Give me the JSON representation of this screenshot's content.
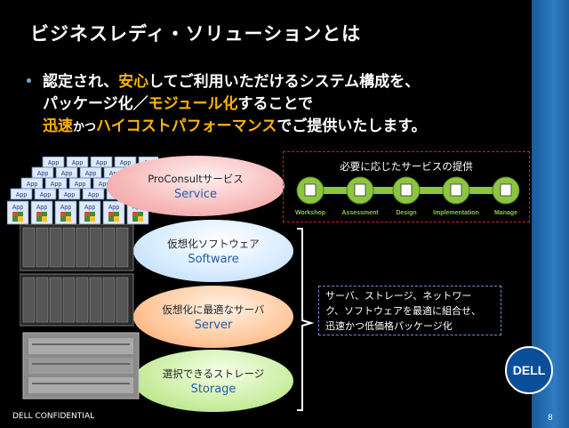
{
  "title": "ビジネスレディ・ソリューションとは",
  "bullet": {
    "line1_a": "認定され、",
    "line1_b": "安心",
    "line1_c": "してご利用いただけるシステム構成を、",
    "line2_a": "パッケージ化／",
    "line2_b": "モジュール化",
    "line2_c": "することで",
    "line3_a": "迅速",
    "line3_b": "かつ",
    "line3_c": "ハイコストパフォーマンス",
    "line3_d": "でご提供いたします。"
  },
  "app_label": "App",
  "layers": [
    {
      "jp": "ProConsultサービス",
      "en": "Service"
    },
    {
      "jp": "仮想化ソフトウェア",
      "en": "Software"
    },
    {
      "jp": "仮想化に最適なサーバ",
      "en": "Server"
    },
    {
      "jp": "選択できるストレージ",
      "en": "Storage"
    }
  ],
  "services": {
    "title": "必要に応じたサービスの提供",
    "steps": [
      "Workshop",
      "Assessment",
      "Design",
      "Implementation",
      "Manage"
    ]
  },
  "description": {
    "line1": "サーバ、ストレージ、ネットワー",
    "line2": "ク、ソフトウェアを最適に組合せ、",
    "line3": "迅速かつ低価格パッケージ化"
  },
  "footer": "DELL CONFIDENTIAL",
  "page_number": "8",
  "logo_text": "DELL",
  "colors": {
    "highlight": "#ffb400",
    "accent_bar": "#2f7cc4",
    "service_green": "#8cc63f"
  }
}
